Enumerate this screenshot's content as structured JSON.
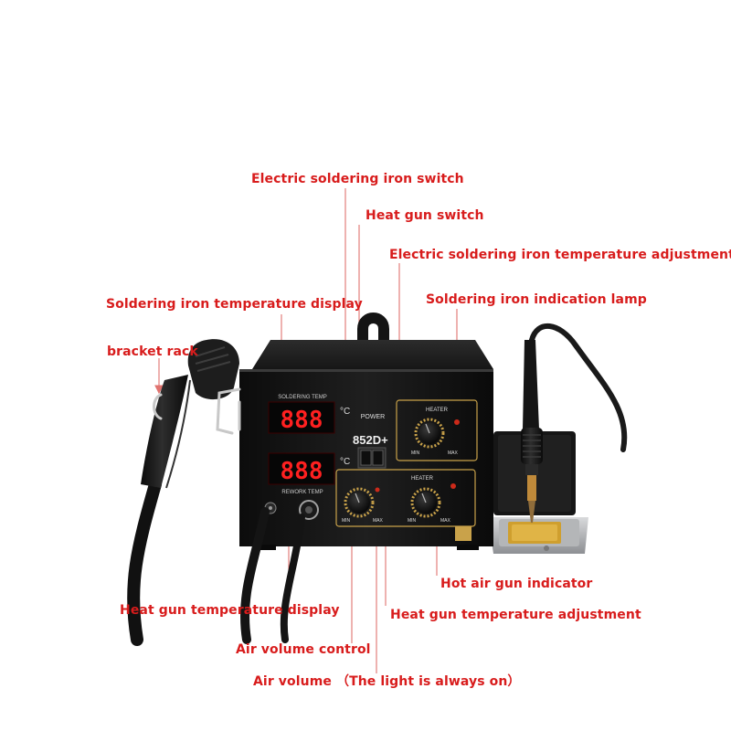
{
  "callouts": {
    "iron_switch": "Electric soldering iron switch",
    "gun_switch": "Heat gun switch",
    "iron_temp_adjust": "Electric soldering iron temperature adjustment",
    "iron_lamp": "Soldering iron indication lamp",
    "iron_temp_display": "Soldering iron temperature display",
    "bracket_rack": "bracket rack",
    "gun_indicator": "Hot air gun indicator",
    "gun_temp_display": "Heat gun temperature display",
    "gun_temp_adjust": "Heat gun temperature adjustment",
    "air_volume_control": "Air volume control",
    "air_volume": "Air volume （The light is always on）"
  },
  "device": {
    "model": "852D+",
    "power_label": "POWER",
    "soldering_temp_label": "SOLDERING TEMP",
    "rework_temp_label": "REWORK TEMP",
    "heater_label": "HEATER",
    "min_label": "MIN",
    "max_label": "MAX",
    "display_top": "888",
    "display_bottom": "888",
    "unit": "°C"
  },
  "colors": {
    "callout_text": "#d81c1c",
    "leader_line": "#e0736f",
    "device_body": "#141414",
    "led_red": "#ff2020",
    "panel_gold": "#c9a24a"
  }
}
